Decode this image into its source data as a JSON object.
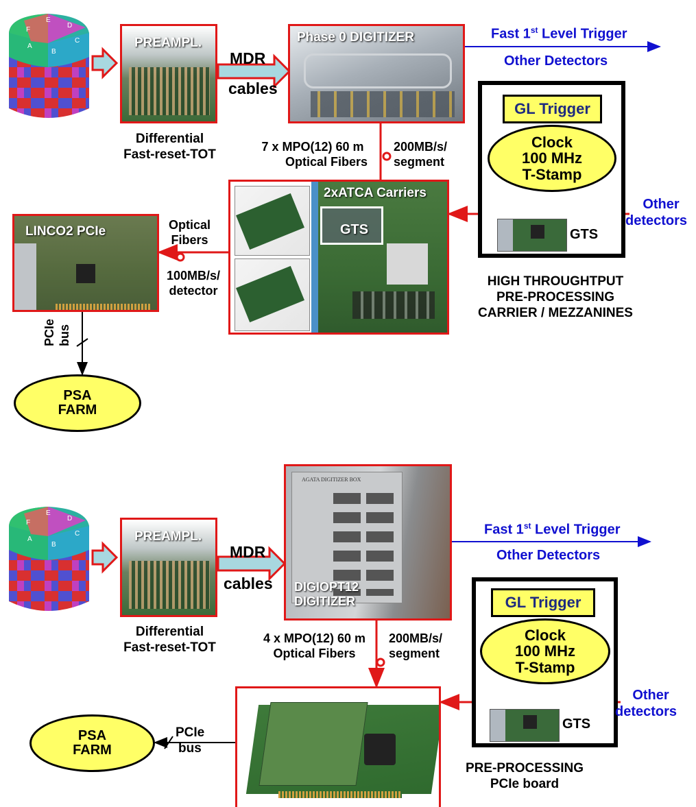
{
  "colors": {
    "red": "#e01818",
    "blue": "#1010d0",
    "yellow": "#ffff66",
    "board_green": "#3d6b35"
  },
  "icons": [
    "detector-crystal-icon",
    "optical-link-icon"
  ],
  "top": {
    "preamp_title": "PREAMPL.",
    "preamp_caption": [
      "Differential",
      "Fast-reset-TOT"
    ],
    "mdr": "MDR",
    "cables": "cables",
    "digitizer_title": "Phase 0 DIGITIZER",
    "fast_trigger_main": "Fast 1",
    "fast_trigger_sup": "st",
    "fast_trigger_rest": " Level Trigger",
    "other_detectors": "Other Detectors",
    "fibers_left": [
      "7 x MPO(12) 60 m",
      "Optical Fibers"
    ],
    "fibers_right": [
      "200MB/s/",
      "segment"
    ],
    "atca_title": "2xATCA Carriers",
    "gts_inner": "GTS",
    "gl_trigger": "GL Trigger",
    "clock": [
      "Clock",
      "100 MHz",
      "T-Stamp"
    ],
    "gts": "GTS",
    "other_det_right": [
      "Other",
      "detectors"
    ],
    "linco_title": "LINCO2 PCIe",
    "optical_fibers": [
      "Optical",
      "Fibers"
    ],
    "rate_detector": [
      "100MB/s/",
      "detector"
    ],
    "pcie_bus": [
      "PCIe",
      "bus"
    ],
    "psa": [
      "PSA",
      "FARM"
    ],
    "caption": [
      "HIGH THROUGHTPUT",
      "PRE-PROCESSING",
      "CARRIER / MEZZANINES"
    ]
  },
  "bottom": {
    "preamp_title": "PREAMPL.",
    "preamp_caption": [
      "Differential",
      "Fast-reset-TOT"
    ],
    "mdr": "MDR",
    "cables": "cables",
    "digitizer_title": [
      "DIGIOPT12",
      "DIGITIZER"
    ],
    "box_label": "AGATA DIGITIZER BOX",
    "fast_trigger_main": "Fast 1",
    "fast_trigger_sup": "st",
    "fast_trigger_rest": " Level Trigger",
    "other_detectors": "Other Detectors",
    "fibers_left": [
      "4 x MPO(12) 60 m",
      "Optical Fibers"
    ],
    "fibers_right": [
      "200MB/s/",
      "segment"
    ],
    "gl_trigger": "GL Trigger",
    "clock": [
      "Clock",
      "100 MHz",
      "T-Stamp"
    ],
    "gts": "GTS",
    "other_det_right": [
      "Other",
      "detectors"
    ],
    "psa": [
      "PSA",
      "FARM"
    ],
    "pcie_bus": [
      "PCIe",
      "bus"
    ],
    "caption": [
      "PRE-PROCESSING",
      "PCIe board"
    ]
  },
  "detector_labels": [
    "A",
    "B",
    "C",
    "D",
    "E",
    "F"
  ]
}
